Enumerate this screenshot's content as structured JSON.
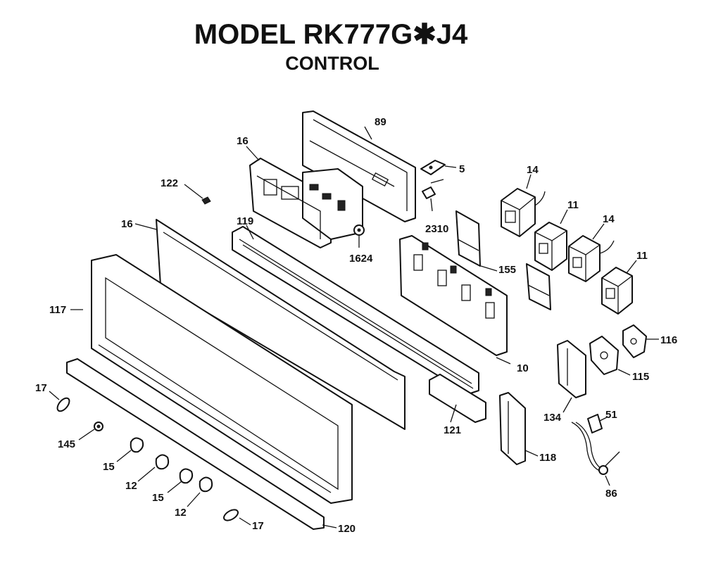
{
  "title": "MODEL RK777G✱J4",
  "subtitle": "CONTROL",
  "labels": {
    "p89": "89",
    "p16a": "16",
    "p5": "5",
    "p14a": "14",
    "p122": "122",
    "p2310": "2310",
    "p11a": "11",
    "p14b": "14",
    "p16b": "16",
    "p119": "119",
    "p1624": "1624",
    "p155": "155",
    "p11b": "11",
    "p117": "117",
    "p10": "10",
    "p116": "116",
    "p115": "115",
    "p17a": "17",
    "p134": "134",
    "p51": "51",
    "p121": "121",
    "p145": "145",
    "p118": "118",
    "p15a": "15",
    "p12a": "12",
    "p15b": "15",
    "p86": "86",
    "p12b": "12",
    "p17b": "17",
    "p120": "120"
  }
}
